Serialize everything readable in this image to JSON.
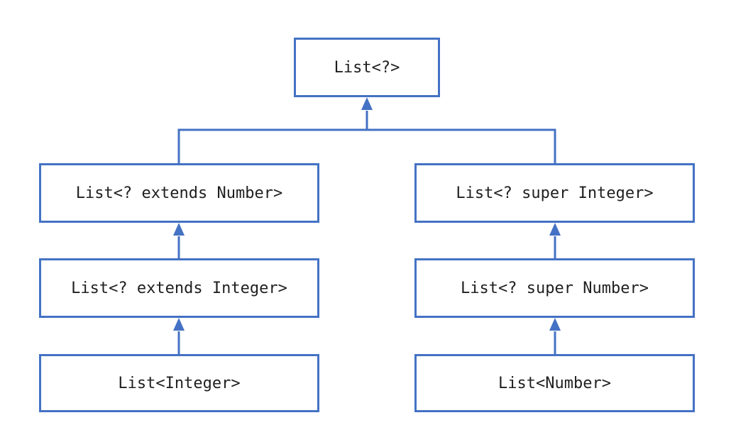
{
  "diagram": {
    "stroke_color": "#4472c4",
    "nodes": {
      "top": "List<?>",
      "left_1": "List<? extends Number>",
      "left_2": "List<? extends Integer>",
      "left_3": "List<Integer>",
      "right_1": "List<? super Integer>",
      "right_2": "List<? super Number>",
      "right_3": "List<Number>"
    },
    "edges": [
      {
        "from": "left_1",
        "to": "top"
      },
      {
        "from": "right_1",
        "to": "top"
      },
      {
        "from": "left_2",
        "to": "left_1"
      },
      {
        "from": "left_3",
        "to": "left_2"
      },
      {
        "from": "right_2",
        "to": "right_1"
      },
      {
        "from": "right_3",
        "to": "right_2"
      }
    ]
  }
}
